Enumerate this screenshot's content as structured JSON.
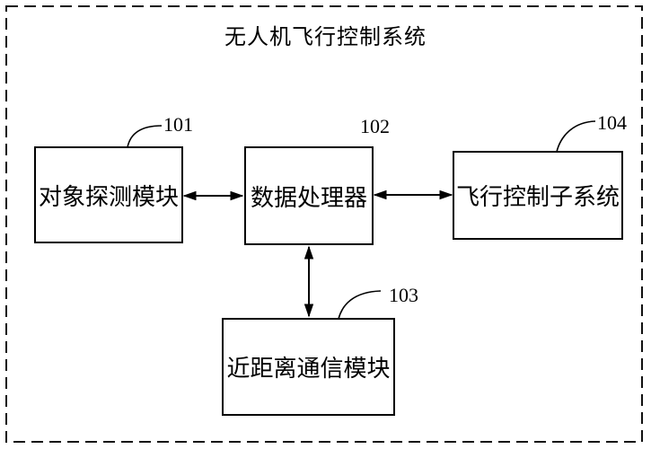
{
  "colors": {
    "ink": "#000000",
    "background": "#ffffff"
  },
  "diagram": {
    "title": "无人机飞行控制系统",
    "blocks": [
      {
        "name": "object-detection-module",
        "label": "对象探测模块",
        "ref": "101"
      },
      {
        "name": "data-processor",
        "label": "数据处理器",
        "ref": "102"
      },
      {
        "name": "short-range-communication-module",
        "label": "近距离通信模块",
        "ref": "103"
      },
      {
        "name": "flight-control-subsystem",
        "label": "飞行控制子系统",
        "ref": "104"
      }
    ],
    "connections": [
      {
        "from": "101",
        "to": "102",
        "type": "bidirectional-horizontal"
      },
      {
        "from": "102",
        "to": "104",
        "type": "bidirectional-horizontal"
      },
      {
        "from": "102",
        "to": "103",
        "type": "bidirectional-vertical"
      }
    ]
  }
}
